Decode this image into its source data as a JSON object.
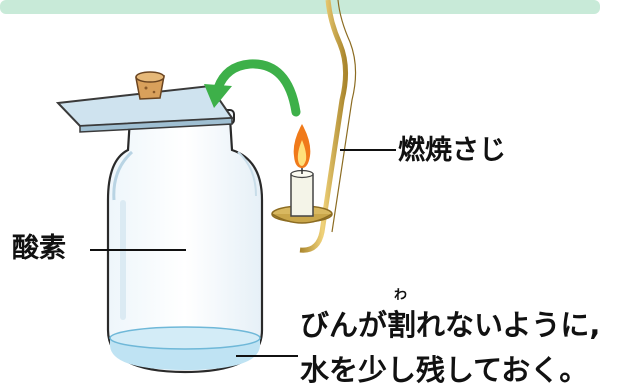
{
  "labels": {
    "spoon": "燃焼さじ",
    "oxygen": "酸素",
    "water_line1": "びんが割れないように,",
    "water_line2": "水を少し残しておく。",
    "furigana": "わ"
  },
  "colors": {
    "banner": "#c8ead8",
    "arrow": "#3db049",
    "flame": "#f07a1a",
    "candle": "#f4f4e8",
    "spoon": "#c9a64a",
    "cork": "#d9a05b",
    "water": "#d3ecf7",
    "glass_outline": "#2a2a2a"
  },
  "icons": [
    "cork-icon",
    "flame-icon",
    "curved-arrow-icon",
    "candle-icon",
    "combustion-spoon-icon",
    "glass-bottle-icon",
    "glass-plate-icon"
  ]
}
